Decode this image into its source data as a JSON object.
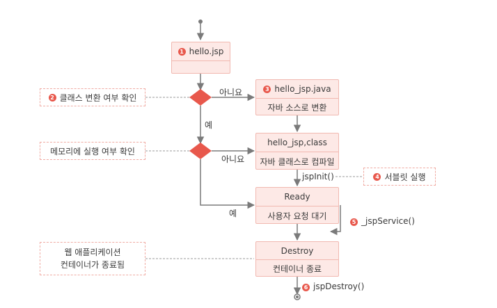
{
  "nodes": {
    "hello_jsp": {
      "num": "1",
      "title": "hello.jsp"
    },
    "hello_jsp_java": {
      "num": "3",
      "title": "hello_jsp.java",
      "sub": "자바 소스로 변환"
    },
    "hello_jsp_class": {
      "title": "hello_jsp,class",
      "sub": "자바 클래스로 컴파일"
    },
    "ready": {
      "title": "Ready",
      "sub": "사용자 요청 대기"
    },
    "destroy": {
      "title": "Destroy",
      "sub": "컨테이너 종료"
    }
  },
  "notes": {
    "class_check": {
      "num": "2",
      "text": "클래스 변환 여부 확인"
    },
    "memory_check": {
      "text": "메모리에 실행 여부 확인"
    },
    "servlet_run": {
      "num": "4",
      "text": "서블릿 실행"
    },
    "container_end": {
      "line1": "웹 애플리케이션",
      "line2": "컨테이너가 종료됨"
    }
  },
  "labels": {
    "no1": "아니요",
    "yes1": "예",
    "no2": "아니요",
    "yes2": "예",
    "jspinit": "jspInit()",
    "jspservice": "_jspService()",
    "jspservice_num": "5",
    "jspdestroy": "jspDestroy()",
    "jspdestroy_num": "6"
  },
  "colors": {
    "accent": "#e8584c",
    "box_fill": "#fde9e6",
    "box_border": "#f1b8b0",
    "line": "#7a7a7a",
    "note_border": "#f0aaa2"
  }
}
